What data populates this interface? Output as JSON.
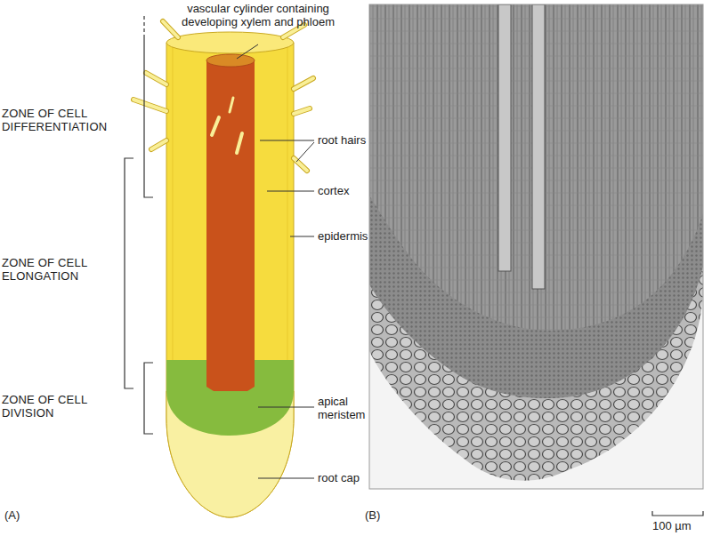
{
  "diagram": {
    "labels": [
      "vascular cylinder containing developing xylem and phloem",
      "ZONE OF CELL DIFFERENTIATION",
      "root hairs",
      "cortex",
      "epidermis",
      "ZONE OF CELL ELONGATION",
      "ZONE OF CELL DIVISION",
      "apical meristem",
      "root cap",
      "(A)",
      "(B)",
      "100 µm"
    ]
  }
}
